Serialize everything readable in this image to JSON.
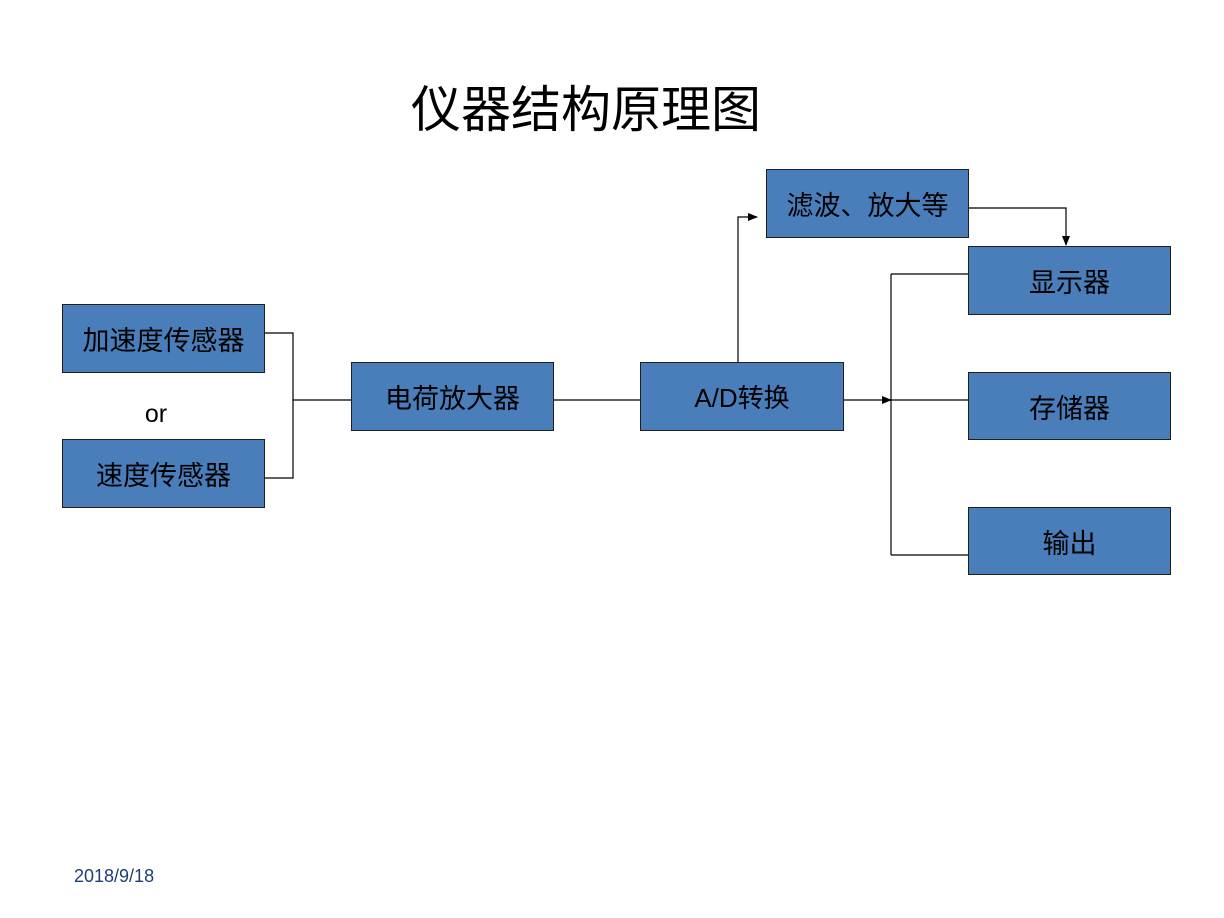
{
  "title": "仪器结构原理图",
  "boxes": {
    "accel_sensor": "加速度传感器",
    "velocity_sensor": "速度传感器",
    "charge_amp": "电荷放大器",
    "ad_convert": "A/D转换",
    "filter_amp": "滤波、放大等",
    "display": "显示器",
    "storage": "存储器",
    "output": "输出"
  },
  "or_label": "or",
  "date": "2018/9/18",
  "colors": {
    "box_fill": "#4a7ebb",
    "line": "#000000",
    "date_text": "#1f3f73"
  }
}
